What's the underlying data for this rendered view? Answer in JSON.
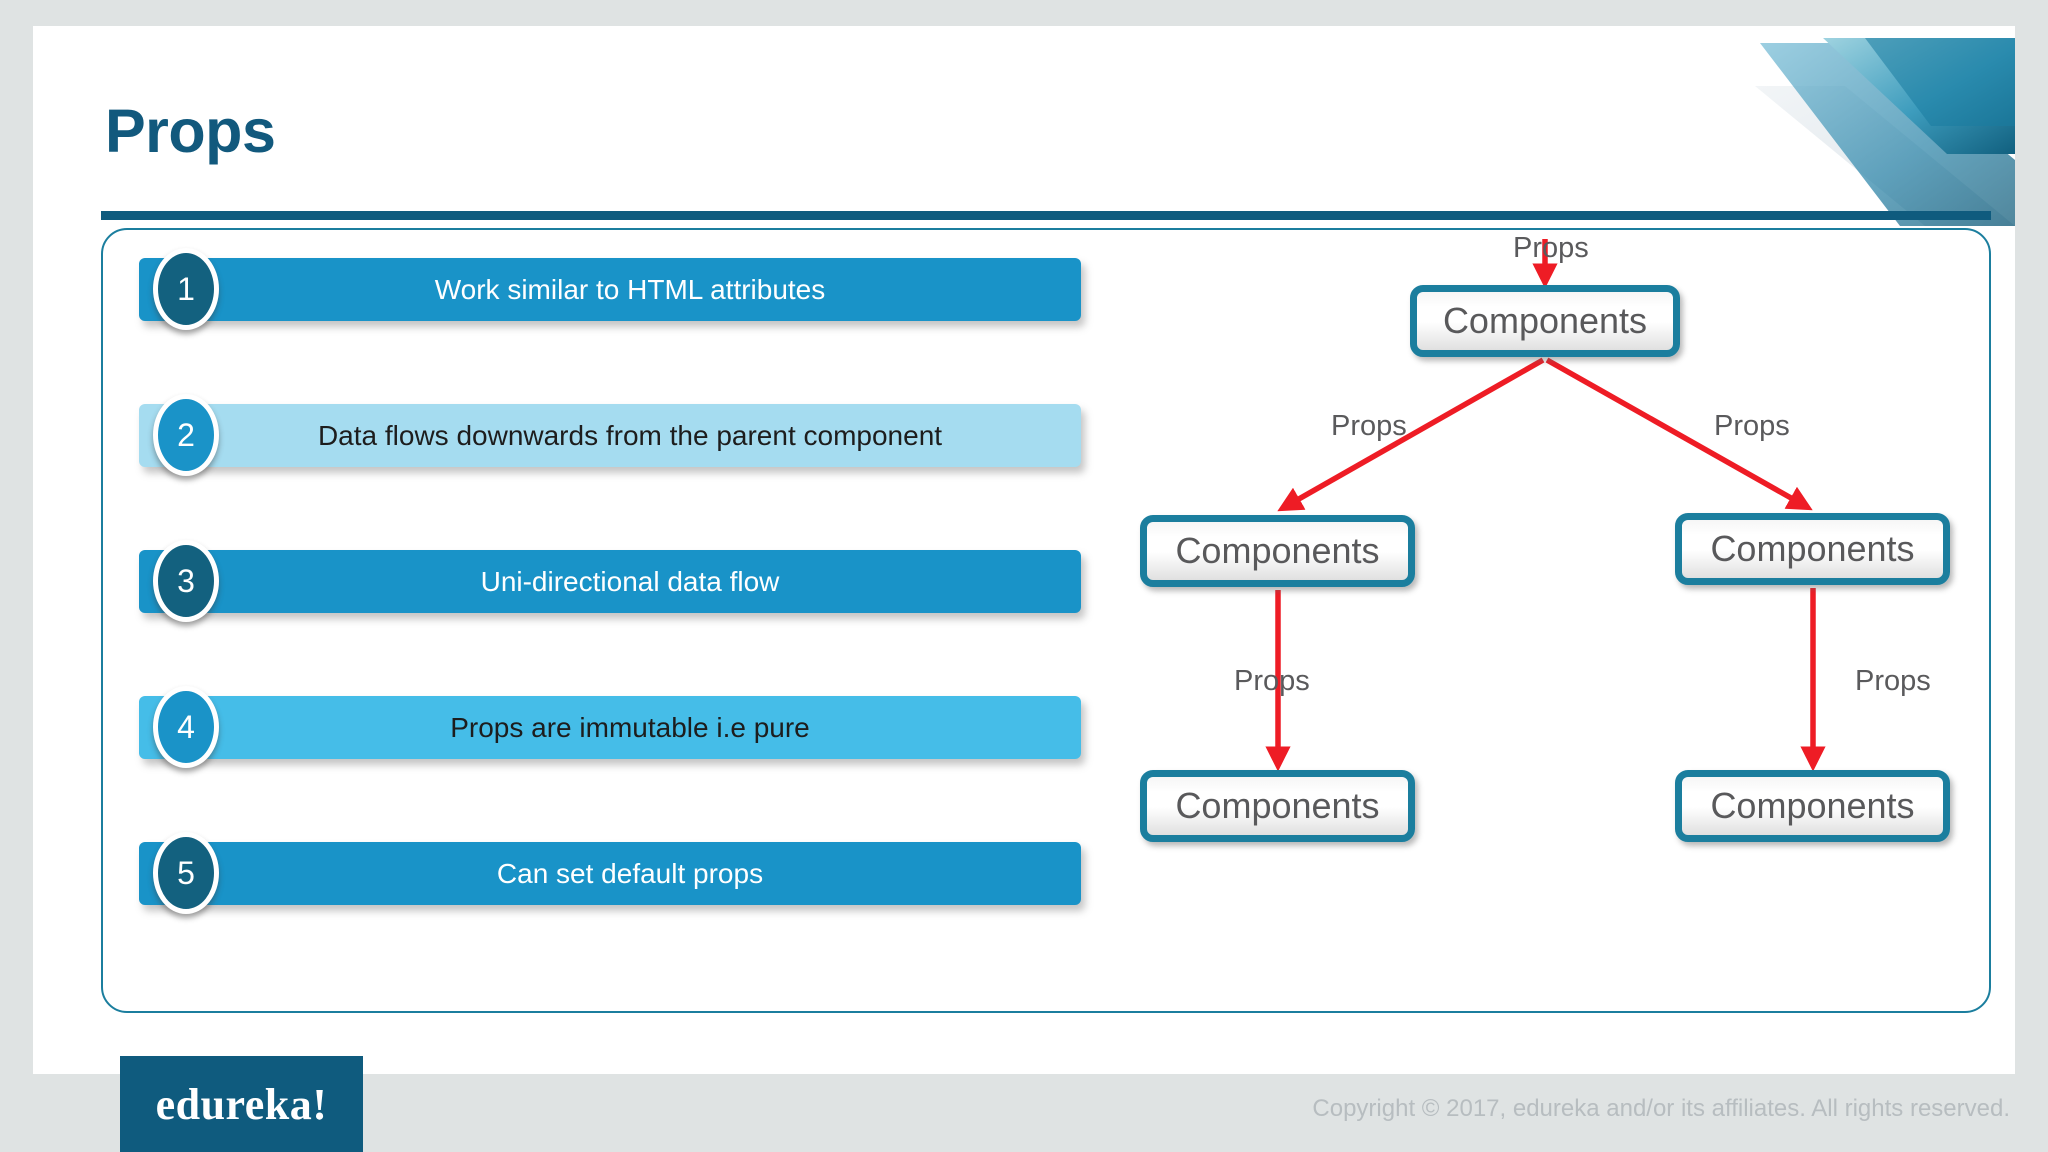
{
  "slide": {
    "title": "Props",
    "colors": {
      "brand_dark": "#0f5b7e",
      "accent_blue": "#1993c8",
      "accent_light": "#a5dcf0",
      "accent_mid": "#45bde8",
      "node_border": "#1b7e9e",
      "arrow_red": "#ee1c25",
      "page_background": "#dfe3e3"
    }
  },
  "features": [
    {
      "number": "1",
      "text": "Work similar to HTML attributes",
      "bar_style": "bar-dark",
      "text_style": "txt-white",
      "badge_style": "badge-dark"
    },
    {
      "number": "2",
      "text": "Data flows downwards from the parent component",
      "bar_style": "bar-light",
      "text_style": "txt-dark",
      "badge_style": "badge-mid"
    },
    {
      "number": "3",
      "text": "Uni-directional data flow",
      "bar_style": "bar-dark",
      "text_style": "txt-white",
      "badge_style": "badge-dark"
    },
    {
      "number": "4",
      "text": "Props are immutable i.e pure",
      "bar_style": "bar-mid",
      "text_style": "txt-dark",
      "badge_style": "badge-mid"
    },
    {
      "number": "5",
      "text": "Can set default props",
      "bar_style": "bar-dark",
      "text_style": "txt-white",
      "badge_style": "badge-dark"
    }
  ],
  "diagram": {
    "nodes": {
      "root": "Components",
      "mid_left": "Components",
      "mid_right": "Components",
      "leaf_left": "Components",
      "leaf_right": "Components"
    },
    "arrow_labels": {
      "top": "Props",
      "mid_left": "Props",
      "mid_right": "Props",
      "leaf_left": "Props",
      "leaf_right": "Props"
    }
  },
  "footer": {
    "logo_text": "edureka!",
    "copyright": "Copyright © 2017, edureka and/or its affiliates. All rights reserved."
  }
}
